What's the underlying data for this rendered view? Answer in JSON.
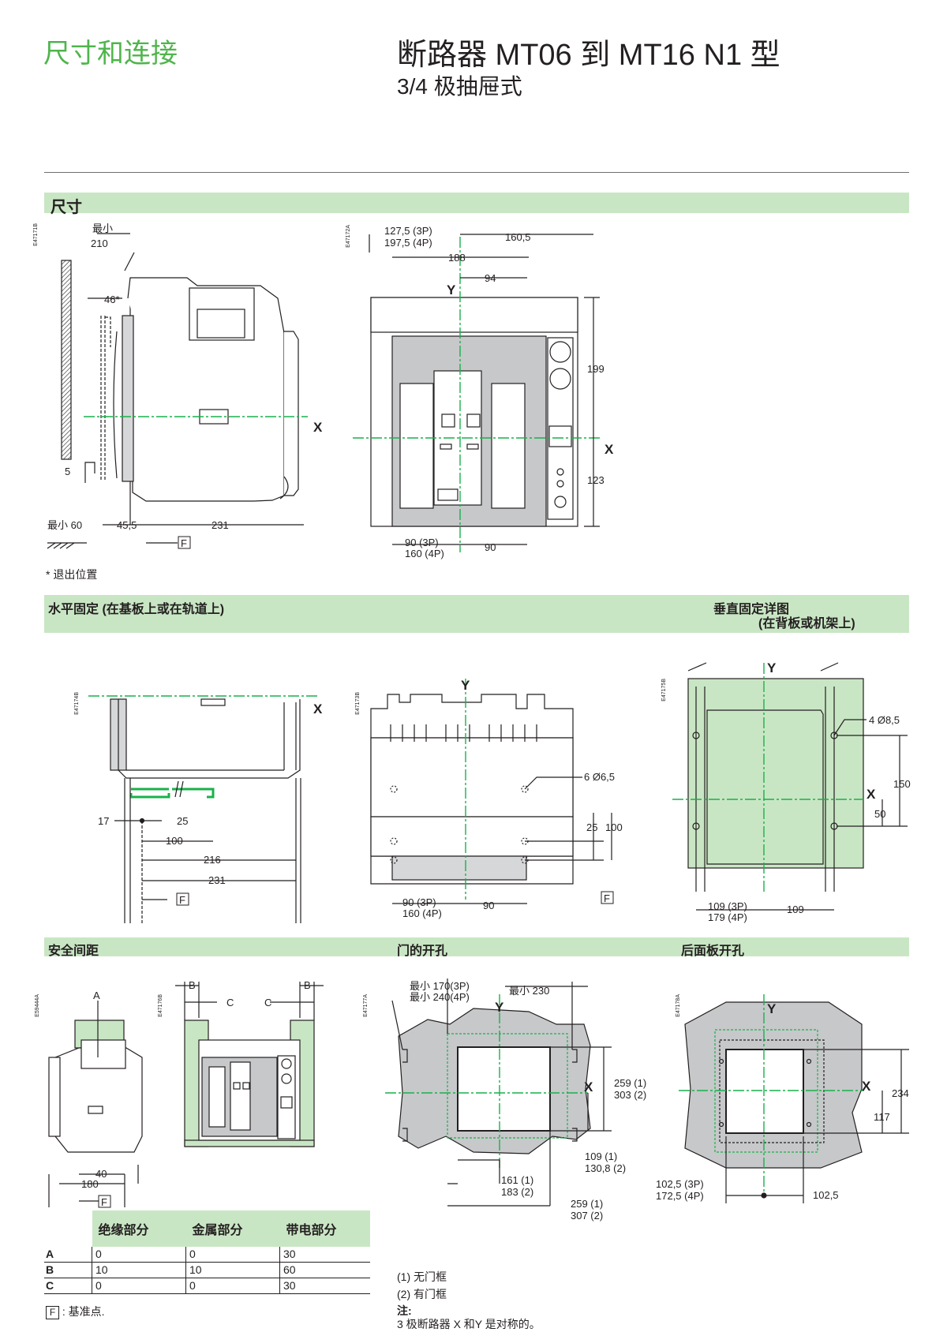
{
  "header": {
    "section": "尺寸和连接",
    "title": "断路器 MT06 到 MT16 N1 型",
    "subtitle": "3/4 极抽屉式"
  },
  "bands": {
    "dimensions": "尺寸",
    "horizontal_mount": "水平固定 (在基板上或在轨道上)",
    "vertical_mount_1": "垂直固定详图",
    "vertical_mount_2": "(在背板或机架上)",
    "safety": "安全间距",
    "door_cutout": "门的开孔",
    "rear_cutout": "后面板开孔"
  },
  "fig_codes": {
    "f1": "E47171B",
    "f2": "E47172A",
    "f3": "E47174B",
    "f4": "E47173B",
    "f5": "E47175B",
    "f6": "E59444A",
    "f7": "E47176B",
    "f8": "E47177A",
    "f9": "E47178A"
  },
  "labels": {
    "X": "X",
    "Y": "Y",
    "F": "F",
    "A": "A",
    "B": "B",
    "C": "C"
  },
  "side_view": {
    "min_label": "最小",
    "d210": "210",
    "d46": "46*",
    "d5": "5",
    "min60": "最小 60",
    "d45_5": "45,5",
    "d231": "231"
  },
  "front_view": {
    "d127_3p": "127,5 (3P)",
    "d197_4p": "197,5 (4P)",
    "d160_5": "160,5",
    "d188": "188",
    "d94": "94",
    "d199": "199",
    "d123": "123",
    "d90_3p": "90 (3P)",
    "d160_4p": "160 (4P)",
    "d90": "90"
  },
  "withdrawn_note": "*  退出位置",
  "horiz": {
    "d17": "17",
    "d25": "25",
    "d100": "100",
    "d216": "216",
    "d231": "231",
    "holes": "6 Ø6,5",
    "d25b": "25",
    "d100b": "100",
    "d90_3p": "90 (3P)",
    "d160_4p": "160 (4P)",
    "d90": "90"
  },
  "vert": {
    "holes": "4 Ø8,5",
    "d150": "150",
    "d50": "50",
    "d109_3p": "109 (3P)",
    "d179_4p": "179 (4P)",
    "d109": "109"
  },
  "safety": {
    "d40": "40",
    "d180": "180"
  },
  "door": {
    "min170": "最小 170(3P)",
    "min240": "最小 240(4P)",
    "min230": "最小  230",
    "d259_1": "259 (1)",
    "d303_2": "303 (2)",
    "d109_1": "109 (1)",
    "d130_2": "130,8 (2)",
    "d161_1": "161 (1)",
    "d183_2": "183 (2)",
    "d259b_1": "259 (1)",
    "d307_2": "307 (2)"
  },
  "rear": {
    "d234": "234",
    "d117": "117",
    "d102_3p": "102,5 (3P)",
    "d172_4p": "172,5 (4P)",
    "d102": "102,5"
  },
  "table": {
    "headers": [
      "绝缘部分",
      "金属部分",
      "带电部分"
    ],
    "rows": [
      {
        "k": "A",
        "v": [
          "0",
          "0",
          "30"
        ]
      },
      {
        "k": "B",
        "v": [
          "10",
          "10",
          "60"
        ]
      },
      {
        "k": "C",
        "v": [
          "0",
          "0",
          "30"
        ]
      }
    ]
  },
  "ref_note": ": 基准点.",
  "door_notes": {
    "n1": "(1) 无门框",
    "n2": "(2) 有门框",
    "n3": "注:",
    "n4": "3 极断路器 X 和Y 是对称的。"
  },
  "colors": {
    "green": "#4fb54c",
    "band": "#c9e6c4",
    "grey": "#c7c8ca",
    "dash": "#19b14b"
  }
}
